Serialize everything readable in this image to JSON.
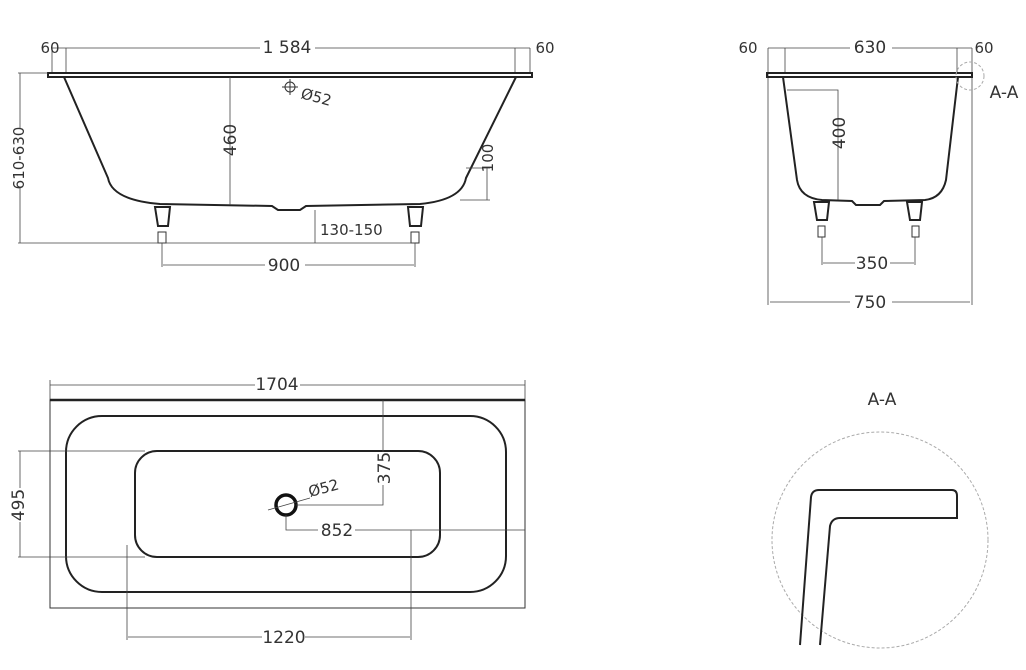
{
  "side_view": {
    "left_overhang": "60",
    "length": "1 584",
    "right_overhang": "60",
    "height_total": "610-630",
    "depth": "460",
    "drain_diameter": "Ø52",
    "side_step": "100",
    "floor_clearance": "130-150",
    "leg_spacing": "900"
  },
  "end_view": {
    "left_overhang": "60",
    "inner_width": "630",
    "right_overhang": "60",
    "depth": "400",
    "leg_spacing": "350",
    "width": "750",
    "section_marker": "A-A"
  },
  "top_view": {
    "length": "1704",
    "basin_width": "495",
    "drain_offset_y": "375",
    "drain_diameter": "Ø52",
    "drain_offset_x": "852",
    "basin_length": "1220"
  },
  "detail": {
    "title": "A-A"
  }
}
